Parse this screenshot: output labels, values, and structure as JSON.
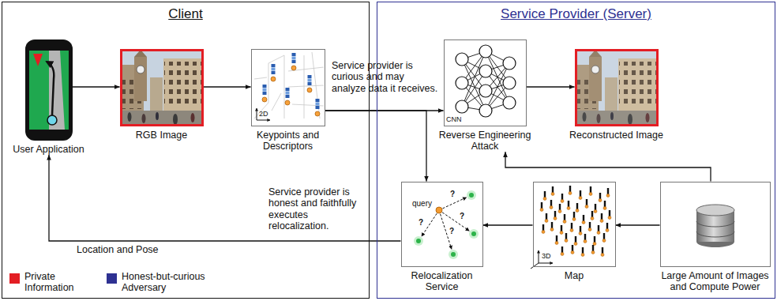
{
  "diagram": {
    "nodes": [
      {
        "text": [
          "Client"
        ]
      },
      {
        "text": [
          "User Application"
        ],
        "in": 0
      },
      {
        "text": [
          "RGB Image"
        ],
        "in": 0
      },
      {
        "text": [
          "Keypoints and Descriptors"
        ],
        "in": 0
      },
      {
        "text": [
          "Service Provider (Server)"
        ]
      },
      {
        "text": [
          "Reverse Engineering Attack"
        ],
        "in": 4
      },
      {
        "text": [
          "Reconstructed Image"
        ],
        "in": 4
      },
      {
        "text": [
          "Relocalization Service"
        ],
        "in": 4
      },
      {
        "text": [
          "Map"
        ],
        "in": 4
      },
      {
        "text": [
          "Large Amount of Images and Compute Power"
        ],
        "in": 4
      }
    ],
    "edges": [
      {
        "from": 1,
        "to": 2,
        "arrow": "to"
      },
      {
        "from": 2,
        "to": 3,
        "arrow": "to"
      },
      {
        "from": 3,
        "to": 5,
        "arrow": "to"
      },
      {
        "from": 3,
        "to": 7,
        "arrow": "to"
      },
      {
        "from": 5,
        "to": 6,
        "arrow": "to"
      },
      {
        "from": 9,
        "to": 8,
        "arrow": "to"
      },
      {
        "from": 8,
        "to": 7,
        "arrow": "to"
      },
      {
        "from": 9,
        "to": 5,
        "arrow": "to"
      },
      {
        "from": 7,
        "to": 1,
        "label": "Location and Pose",
        "arrow": "to"
      }
    ],
    "labels": [
      "Service provider is curious and may analyze data it receives.",
      "Service provider is honest and faithfully executes relocalization.",
      "2D",
      "CNN",
      "3D",
      "query",
      "?",
      "?",
      "?",
      "?"
    ],
    "legend": [
      {
        "text": "Private Information",
        "color": "#e31e24"
      },
      {
        "text": "Honest-but-curious Adversary",
        "color": "#2e3192"
      }
    ]
  }
}
